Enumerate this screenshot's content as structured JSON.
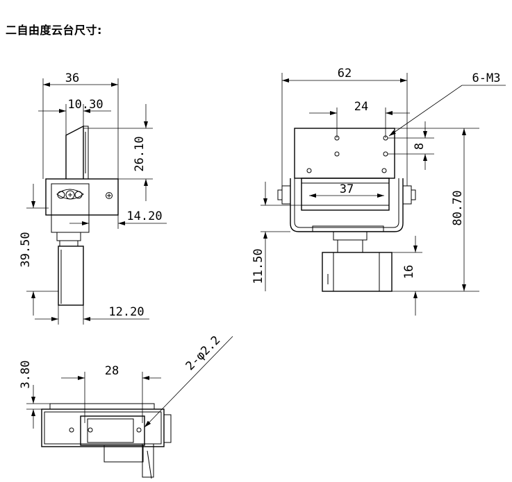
{
  "title": "二自由度云台尺寸:",
  "side_view": {
    "dim_width": "36",
    "dim_offset": "10.30",
    "dim_top_height": "26.10",
    "dim_plate": "14.20",
    "dim_lower_height": "39.50",
    "dim_servo": "12.20"
  },
  "front_view": {
    "dim_width": "62",
    "dim_hole_spacing": "24",
    "dim_screw": "6-M3",
    "dim_hole_vertical": "8",
    "dim_inner": "37",
    "dim_total_height": "80.70",
    "dim_axis_height": "11.50",
    "dim_servo_height": "16"
  },
  "bottom_view": {
    "dim_height": "3.80",
    "dim_hole_spacing": "28",
    "dim_holes": "2-φ2.2"
  }
}
